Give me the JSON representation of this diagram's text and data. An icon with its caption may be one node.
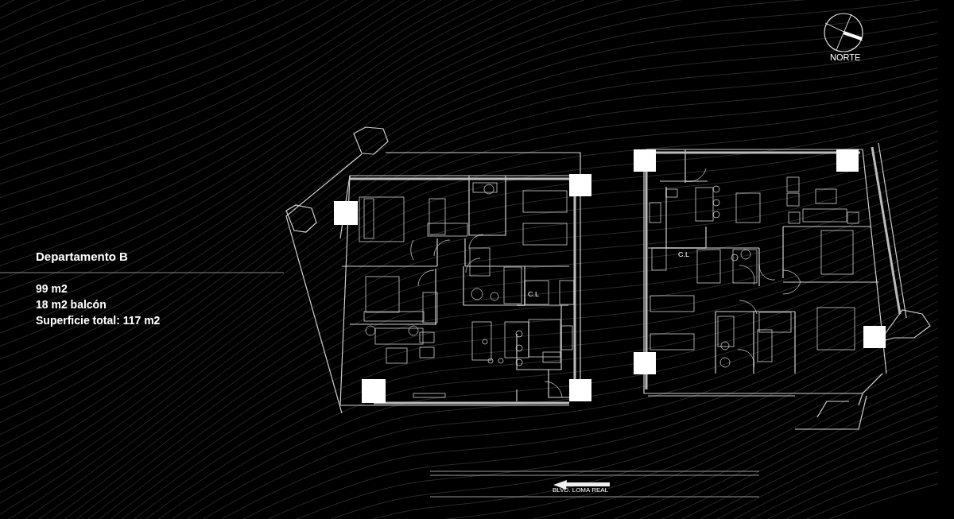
{
  "diagram": {
    "labels": [
      "NORTE",
      "Departamento B",
      "99 m2",
      "18 m2 balcón",
      "Superficie total: 117 m2",
      "C.L",
      "C.L",
      "BLVD. LOMA REAL"
    ]
  }
}
